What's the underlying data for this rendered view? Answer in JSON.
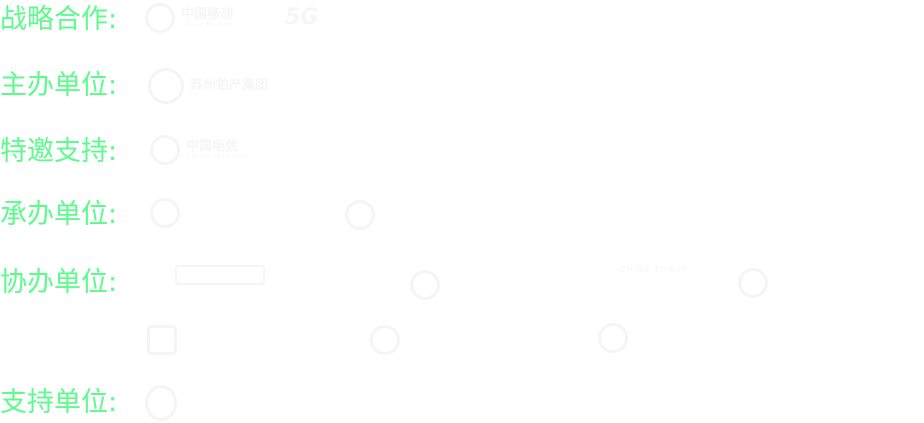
{
  "colors": {
    "label": "#5dfb8c",
    "background": "#ffffff",
    "logo": "#f5f5f5"
  },
  "rows": [
    {
      "label": "战略合作:",
      "logos": [
        {
          "cn": "中国移动",
          "en": "China Mobile"
        },
        {
          "cn": "5G",
          "en": ""
        }
      ]
    },
    {
      "label": "主办单位:",
      "logos": [
        {
          "cn": "苏州铂产集团",
          "en": ""
        }
      ]
    },
    {
      "label": "特邀支持:",
      "logos": [
        {
          "cn": "中国电信",
          "en": "CHINA TELECOM"
        }
      ]
    },
    {
      "label": "承办单位:",
      "logos": [
        {
          "cn": "",
          "en": ""
        },
        {
          "cn": "",
          "en": ""
        }
      ]
    },
    {
      "label": "协办单位:",
      "logos": [
        {
          "cn": "",
          "en": ""
        },
        {
          "cn": "",
          "en": ""
        },
        {
          "cn": "",
          "en": "CHINA TOWER"
        },
        {
          "cn": "",
          "en": ""
        },
        {
          "cn": "",
          "en": ""
        },
        {
          "cn": "",
          "en": ""
        },
        {
          "cn": "",
          "en": ""
        }
      ]
    },
    {
      "label": "支持单位:",
      "logos": [
        {
          "cn": "",
          "en": ""
        }
      ]
    }
  ]
}
